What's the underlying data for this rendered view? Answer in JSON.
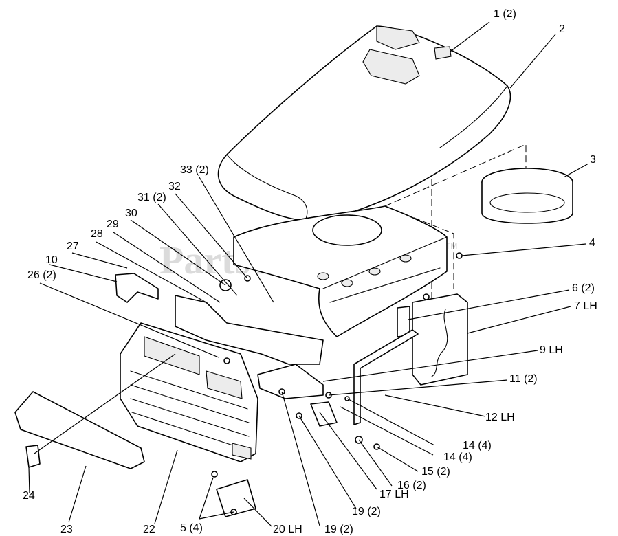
{
  "watermark": {
    "text": "PartsTree",
    "trademark": "TM"
  },
  "callouts": [
    {
      "id": "c1",
      "label": "1 (2)"
    },
    {
      "id": "c2",
      "label": "2"
    },
    {
      "id": "c3",
      "label": "3"
    },
    {
      "id": "c4",
      "label": "4"
    },
    {
      "id": "c5",
      "label": "5 (4)"
    },
    {
      "id": "c6",
      "label": "6 (2)"
    },
    {
      "id": "c7",
      "label": "7 LH"
    },
    {
      "id": "c9",
      "label": "9 LH"
    },
    {
      "id": "c10",
      "label": "10"
    },
    {
      "id": "c11",
      "label": "11 (2)"
    },
    {
      "id": "c12",
      "label": "12 LH"
    },
    {
      "id": "c14a",
      "label": "14 (4)"
    },
    {
      "id": "c14b",
      "label": "14 (4)"
    },
    {
      "id": "c15",
      "label": "15 (2)"
    },
    {
      "id": "c16",
      "label": "16 (2)"
    },
    {
      "id": "c17",
      "label": "17 LH"
    },
    {
      "id": "c19a",
      "label": "19 (2)"
    },
    {
      "id": "c19b",
      "label": "19 (2)"
    },
    {
      "id": "c20",
      "label": "20 LH"
    },
    {
      "id": "c22",
      "label": "22"
    },
    {
      "id": "c23",
      "label": "23"
    },
    {
      "id": "c24",
      "label": "24"
    },
    {
      "id": "c26",
      "label": "26 (2)"
    },
    {
      "id": "c27",
      "label": "27"
    },
    {
      "id": "c28",
      "label": "28"
    },
    {
      "id": "c29",
      "label": "29"
    },
    {
      "id": "c30",
      "label": "30"
    },
    {
      "id": "c31",
      "label": "31 (2)"
    },
    {
      "id": "c32",
      "label": "32"
    },
    {
      "id": "c33",
      "label": "33 (2)"
    }
  ]
}
